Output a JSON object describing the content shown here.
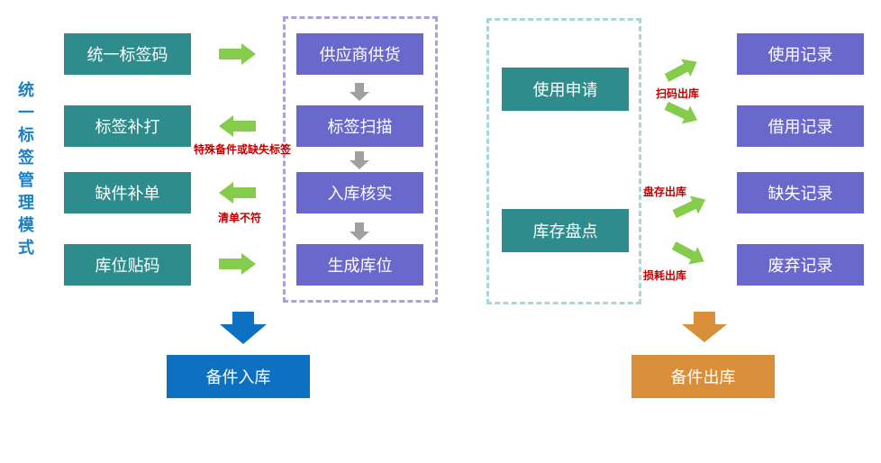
{
  "title": "统一标签管理模式",
  "left_column": [
    {
      "label": "统一标签码"
    },
    {
      "label": "标签补打"
    },
    {
      "label": "缺件补单"
    },
    {
      "label": "库位贴码"
    }
  ],
  "inbound_flow": [
    {
      "label": "供应商供货"
    },
    {
      "label": "标签扫描"
    },
    {
      "label": "入库核实"
    },
    {
      "label": "生成库位"
    }
  ],
  "outbound_sources": [
    {
      "label": "使用申请"
    },
    {
      "label": "库存盘点"
    }
  ],
  "records": [
    {
      "label": "使用记录"
    },
    {
      "label": "借用记录"
    },
    {
      "label": "缺失记录"
    },
    {
      "label": "废弃记录"
    }
  ],
  "notes": {
    "special": "特殊备件或缺失标签",
    "mismatch": "清单不符",
    "scan_out": "扫码出库",
    "inventory_out": "盘存出库",
    "loss_out": "损耗出库"
  },
  "results": {
    "inbound": "备件入库",
    "outbound": "备件出库"
  },
  "colors": {
    "teal": "#2f8c8c",
    "purple": "#6b68cb",
    "blue": "#0e70c0",
    "orange": "#d98f3a",
    "green_arrow": "#86cc4c",
    "gray_arrow": "#a0a0a0",
    "title": "#1b7fc3",
    "note": "#c00000"
  }
}
